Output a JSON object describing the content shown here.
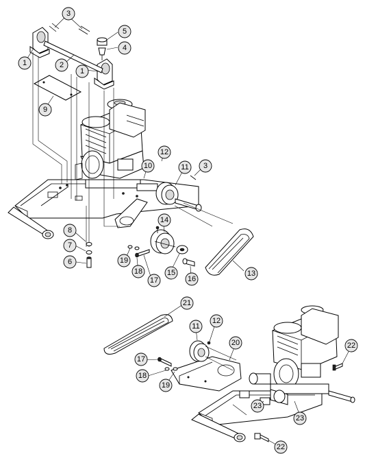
{
  "callouts": [
    {
      "id": "c1a",
      "label": "1"
    },
    {
      "id": "c2",
      "label": "2"
    },
    {
      "id": "c3a",
      "label": "3"
    },
    {
      "id": "c1b",
      "label": "1"
    },
    {
      "id": "c5",
      "label": "5"
    },
    {
      "id": "c4",
      "label": "4"
    },
    {
      "id": "c9",
      "label": "9"
    },
    {
      "id": "c12a",
      "label": "12"
    },
    {
      "id": "c10",
      "label": "10"
    },
    {
      "id": "c11a",
      "label": "11"
    },
    {
      "id": "c3b",
      "label": "3"
    },
    {
      "id": "c14",
      "label": "14"
    },
    {
      "id": "c8",
      "label": "8"
    },
    {
      "id": "c7",
      "label": "7"
    },
    {
      "id": "c6",
      "label": "6"
    },
    {
      "id": "c19a",
      "label": "19"
    },
    {
      "id": "c18a",
      "label": "18"
    },
    {
      "id": "c17a",
      "label": "17"
    },
    {
      "id": "c15",
      "label": "15"
    },
    {
      "id": "c16",
      "label": "16"
    },
    {
      "id": "c13",
      "label": "13"
    },
    {
      "id": "c21",
      "label": "21"
    },
    {
      "id": "c11b",
      "label": "11"
    },
    {
      "id": "c12b",
      "label": "12"
    },
    {
      "id": "c20",
      "label": "20"
    },
    {
      "id": "c22a",
      "label": "22"
    },
    {
      "id": "c17b",
      "label": "17"
    },
    {
      "id": "c18b",
      "label": "18"
    },
    {
      "id": "c19b",
      "label": "19"
    },
    {
      "id": "c23a",
      "label": "23"
    },
    {
      "id": "c23b",
      "label": "23"
    },
    {
      "id": "c22b",
      "label": "22"
    }
  ]
}
